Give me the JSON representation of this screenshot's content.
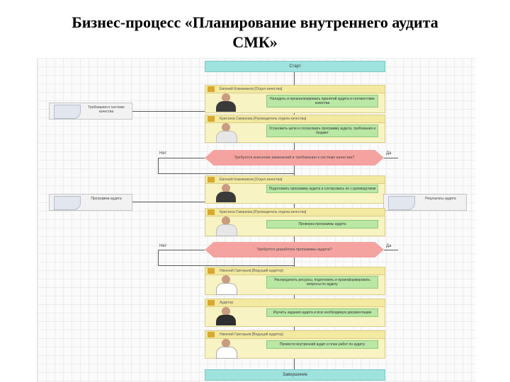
{
  "title": {
    "line1": "Бизнес-процесс «Планирование внутреннего аудита",
    "line2": "СМК»"
  },
  "diagram": {
    "start": "Старт",
    "end": "Завершение",
    "yes": "Да",
    "no": "Нет",
    "steps": [
      {
        "role": "Евгений Кожевников [Отдел качества]",
        "task": "Наладить и проанализировать принятий аудита и соответствие качества"
      },
      {
        "role": "Кристина Смирнова [Руководитель отдела качества]",
        "task": "Установить цели и согласовать программу аудита, требования и бюджет"
      },
      {
        "role": "Евгений Кожевников [Отдел качества]",
        "task": "Подготовить программу аудита и согласовать ее с руководством"
      },
      {
        "role": "Кристина Смирнова [Руководитель отдела качества]",
        "task": "Проверка программы аудита"
      },
      {
        "role": "Николай Григорьев [Ведущий аудитор]",
        "task": "Распределить ресурсы, подготовить и проинформировать вопросы по аудиту"
      },
      {
        "role": "Аудитор",
        "task": "Изучить задания аудита и всю необходимую документацию"
      },
      {
        "role": "Николай Григорьев [Ведущий аудитор]",
        "task": "Провести внутренний аудит и план работ по аудиту"
      }
    ],
    "decisions": [
      "Требуется внесение изменений в требования к системе качества?",
      "Требуется доработка программы аудита?"
    ],
    "documents": [
      {
        "label": "Требования к системе качества"
      },
      {
        "label": "Программа аудита"
      },
      {
        "label": "Результаты аудита"
      }
    ]
  }
}
